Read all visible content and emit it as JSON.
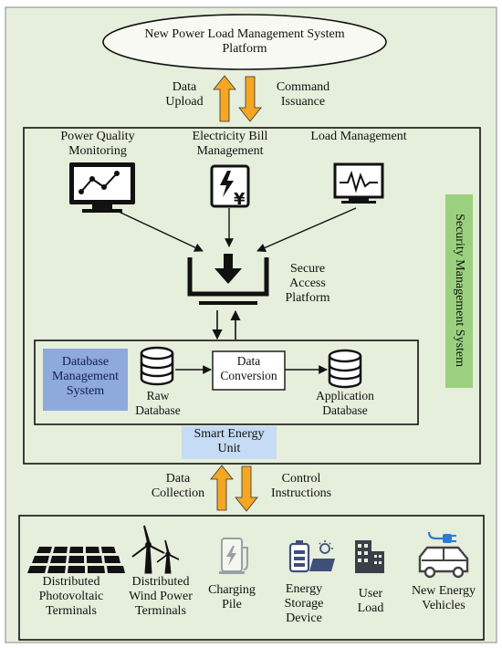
{
  "platform_title": "New Power Load Management System Platform",
  "upload_label": "Data Upload",
  "command_label": "Command Issuance",
  "modules": [
    {
      "label": "Power Quality Monitoring",
      "icon": "monitor-chart-icon"
    },
    {
      "label": "Electricity Bill Management",
      "icon": "bill-yen-icon"
    },
    {
      "label": "Load Management",
      "icon": "monitor-waveform-icon"
    }
  ],
  "secure_access_label": "Secure Access Platform",
  "security_system_label": "Security Management System",
  "database_section": {
    "dbms_label": "Database Management System",
    "raw_db_label": "Raw Database",
    "conversion_label": "Data Conversion",
    "app_db_label": "Application Database"
  },
  "smart_unit_label": "Smart Energy Unit",
  "collection_label": "Data Collection",
  "control_label": "Control Instructions",
  "terminals": [
    {
      "label": "Distributed Photovoltaic Terminals",
      "icon": "solar-panel-icon"
    },
    {
      "label": "Distributed Wind Power Terminals",
      "icon": "wind-turbine-icon"
    },
    {
      "label": "Charging Pile",
      "icon": "charging-pile-icon"
    },
    {
      "label": "Energy Storage Device",
      "icon": "energy-storage-icon"
    },
    {
      "label": "User Load",
      "icon": "building-icon"
    },
    {
      "label": "New Energy Vehicles",
      "icon": "electric-car-icon"
    }
  ],
  "colors": {
    "background": "#e6eedc",
    "arrow_fill": "#f5a623",
    "dbms_fill": "#8ea9db",
    "security_fill": "#9bd17e",
    "smart_unit_fill": "#c6dcf4"
  }
}
